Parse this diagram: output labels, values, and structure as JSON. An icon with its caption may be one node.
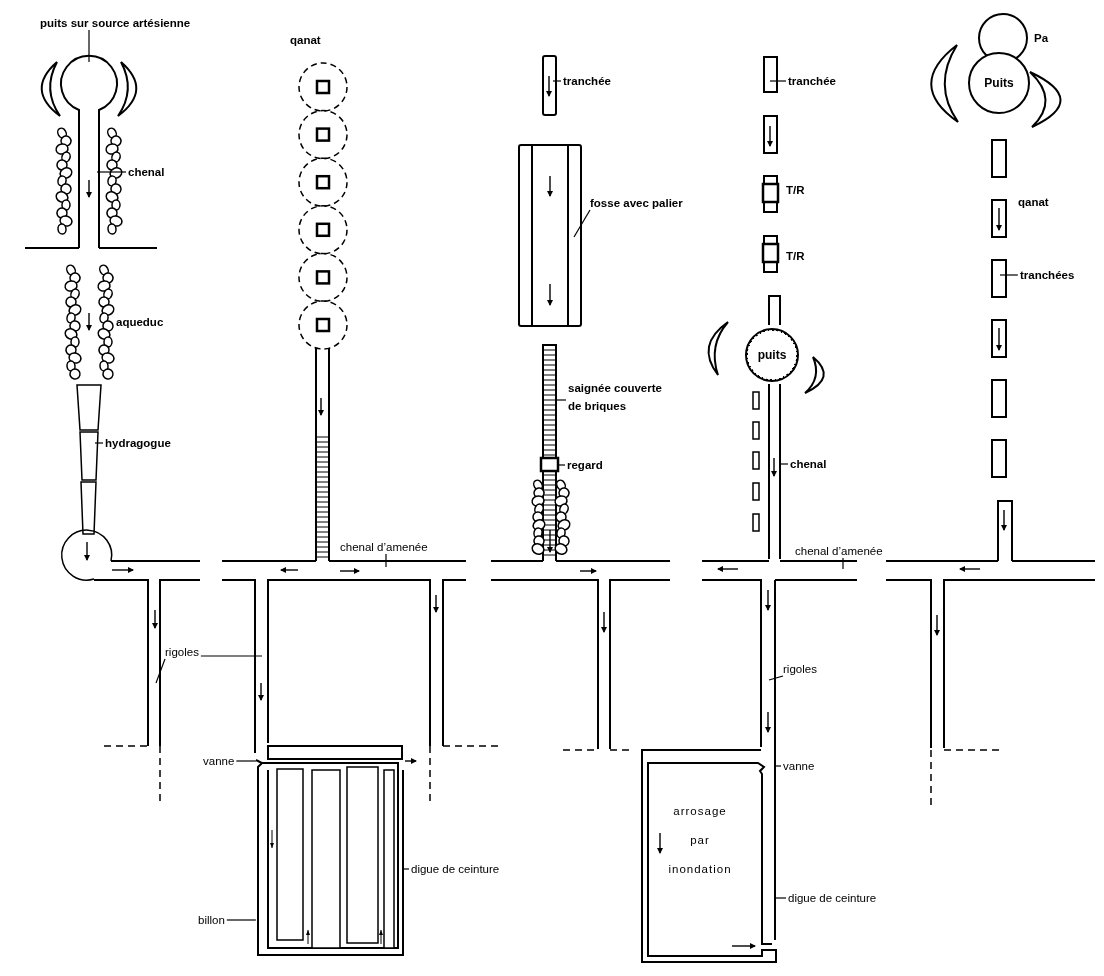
{
  "diagram": {
    "nodes": [
      {
        "text": [
          "puits sur source artésienne"
        ]
      },
      {
        "text": [
          "chenal"
        ]
      },
      {
        "text": [
          "hydragogue"
        ]
      },
      {
        "text": [
          "chenal d’amenée"
        ]
      },
      {
        "text": [
          "rigoles"
        ]
      },
      {
        "text": [
          "vanne"
        ]
      },
      {
        "text": [
          "billon"
        ]
      },
      {
        "text": [
          "digue de ceinture"
        ]
      },
      {
        "text": [
          "tranchée"
        ]
      },
      {
        "text": [
          "fosse avec palier"
        ]
      },
      {
        "text": [
          "saignée couverte de briques"
        ]
      },
      {
        "text": [
          "regard"
        ]
      },
      {
        "text": [
          "tranchée"
        ]
      },
      {
        "text": [
          "puits"
        ]
      },
      {
        "text": [
          "chenal"
        ]
      },
      {
        "text": [
          "chenal d’amenée"
        ]
      },
      {
        "text": [
          "rigoles"
        ]
      },
      {
        "text": [
          "vanne"
        ]
      },
      {
        "text": [
          "digue de ceinture"
        ]
      },
      {
        "text": [
          "Puits"
        ]
      },
      {
        "text": [
          "tranchées"
        ]
      },
      {
        "text": [],
        "shape": "box"
      },
      {
        "text": [],
        "shape": "box"
      },
      {
        "text": [],
        "shape": "box"
      },
      {
        "text": [],
        "shape": "box"
      }
    ],
    "edges": [
      {
        "from": 0,
        "to": null,
        "arrow": "none"
      },
      {
        "from": 1,
        "to": null,
        "arrow": "none"
      },
      {
        "from": 2,
        "to": null,
        "arrow": "none"
      },
      {
        "from": 3,
        "to": null,
        "arrow": "none"
      },
      {
        "from": 4,
        "to": null,
        "arrow": "none"
      },
      {
        "from": 4,
        "to": null,
        "arrow": "none"
      },
      {
        "from": 5,
        "to": 22,
        "arrow": "none"
      },
      {
        "from": 6,
        "to": 22,
        "arrow": "none"
      },
      {
        "from": 7,
        "to": 22,
        "arrow": "none"
      },
      {
        "from": 8,
        "to": null,
        "arrow": "none"
      },
      {
        "from": 9,
        "to": null,
        "arrow": "none"
      },
      {
        "from": 10,
        "to": null,
        "arrow": "none"
      },
      {
        "from": 11,
        "to": 24,
        "arrow": "none"
      },
      {
        "from": 12,
        "to": null,
        "arrow": "none"
      },
      {
        "from": 14,
        "to": 21,
        "arrow": "none"
      },
      {
        "from": 15,
        "to": null,
        "arrow": "none"
      },
      {
        "from": 16,
        "to": null,
        "arrow": "none"
      },
      {
        "from": 17,
        "to": 23,
        "arrow": "none"
      },
      {
        "from": 18,
        "to": 23,
        "arrow": "none"
      },
      {
        "from": 20,
        "to": null,
        "arrow": "none"
      }
    ],
    "labels": [
      "Pa",
      "qanat",
      "T/R",
      "qanat",
      "T/R",
      "aqueduc",
      "arrosage par inondation"
    ]
  }
}
